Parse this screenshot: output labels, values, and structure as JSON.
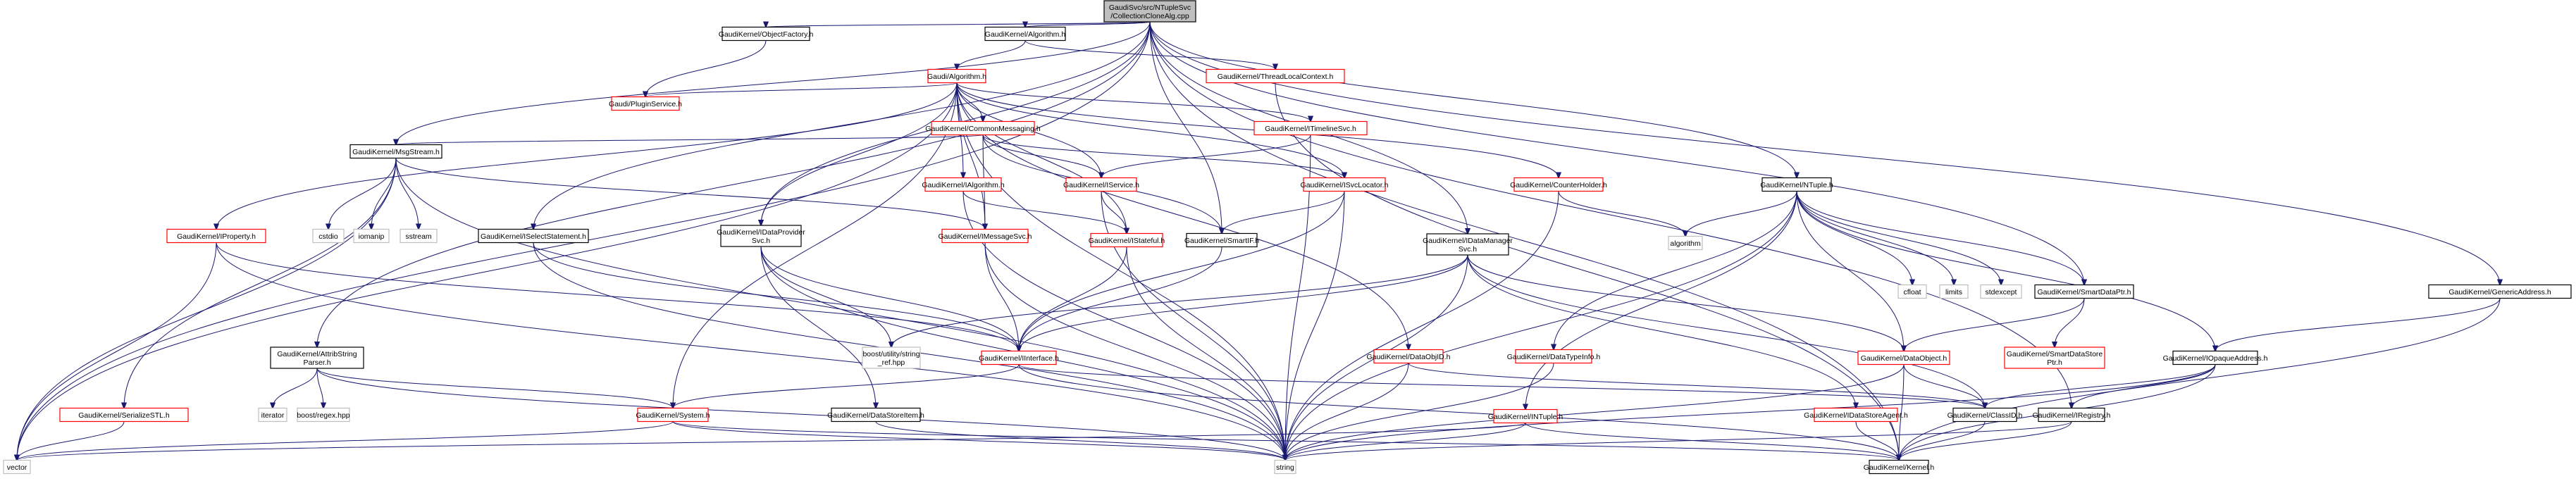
{
  "diagram": {
    "title": "Include dependency graph for CollectionCloneAlg.cpp",
    "colors": {
      "root_fill": "#bfbfbf",
      "root_border": "#000000",
      "documented_border": "#000000",
      "undocumented_border": "#ff0000",
      "system_border": "#bfbfbf",
      "edge": "#191970"
    },
    "nodes": [
      {
        "id": "root",
        "label": [
          "GaudiSvc/src/NTupleSvc",
          "/CollectionCloneAlg.cpp"
        ],
        "kind": "root"
      },
      {
        "id": "objfactory",
        "label": [
          "GaudiKernel/ObjectFactory.h"
        ],
        "kind": "documented"
      },
      {
        "id": "gk_algorithm",
        "label": [
          "GaudiKernel/Algorithm.h"
        ],
        "kind": "documented"
      },
      {
        "id": "gaudi_algorithm",
        "label": [
          "Gaudi/Algorithm.h"
        ],
        "kind": "undocumented"
      },
      {
        "id": "threadlocal",
        "label": [
          "GaudiKernel/ThreadLocalContext.h"
        ],
        "kind": "undocumented"
      },
      {
        "id": "pluginservice",
        "label": [
          "Gaudi/PluginService.h"
        ],
        "kind": "undocumented"
      },
      {
        "id": "commonmessaging",
        "label": [
          "GaudiKernel/CommonMessaging.h"
        ],
        "kind": "undocumented"
      },
      {
        "id": "itimelinesvc",
        "label": [
          "GaudiKernel/ITimelineSvc.h"
        ],
        "kind": "undocumented"
      },
      {
        "id": "msgstream",
        "label": [
          "GaudiKernel/MsgStream.h"
        ],
        "kind": "documented"
      },
      {
        "id": "ialgorithm",
        "label": [
          "GaudiKernel/IAlgorithm.h"
        ],
        "kind": "undocumented"
      },
      {
        "id": "iservice",
        "label": [
          "GaudiKernel/IService.h"
        ],
        "kind": "undocumented"
      },
      {
        "id": "isvclocator",
        "label": [
          "GaudiKernel/ISvcLocator.h"
        ],
        "kind": "undocumented"
      },
      {
        "id": "counterholder",
        "label": [
          "GaudiKernel/CounterHolder.h"
        ],
        "kind": "undocumented"
      },
      {
        "id": "ntuple",
        "label": [
          "GaudiKernel/NTuple.h"
        ],
        "kind": "documented"
      },
      {
        "id": "iproperty",
        "label": [
          "GaudiKernel/IProperty.h"
        ],
        "kind": "undocumented"
      },
      {
        "id": "cstdio",
        "label": [
          "cstdio"
        ],
        "kind": "system"
      },
      {
        "id": "iomanip",
        "label": [
          "iomanip"
        ],
        "kind": "system"
      },
      {
        "id": "sstream",
        "label": [
          "sstream"
        ],
        "kind": "system"
      },
      {
        "id": "iselectstatement",
        "label": [
          "GaudiKernel/ISelectStatement.h"
        ],
        "kind": "documented"
      },
      {
        "id": "idataprovidersvc",
        "label": [
          "GaudiKernel/IDataProvider",
          "Svc.h"
        ],
        "kind": "documented"
      },
      {
        "id": "imessagesvc",
        "label": [
          "GaudiKernel/IMessageSvc.h"
        ],
        "kind": "undocumented"
      },
      {
        "id": "istateful",
        "label": [
          "GaudiKernel/IStateful.h"
        ],
        "kind": "undocumented"
      },
      {
        "id": "smartif",
        "label": [
          "GaudiKernel/SmartIF.h"
        ],
        "kind": "documented"
      },
      {
        "id": "idatamanagersvc",
        "label": [
          "GaudiKernel/IDataManager",
          "Svc.h"
        ],
        "kind": "documented"
      },
      {
        "id": "algorithm_std",
        "label": [
          "algorithm"
        ],
        "kind": "system"
      },
      {
        "id": "cfloat",
        "label": [
          "cfloat"
        ],
        "kind": "system"
      },
      {
        "id": "limits",
        "label": [
          "limits"
        ],
        "kind": "system"
      },
      {
        "id": "stdexcept",
        "label": [
          "stdexcept"
        ],
        "kind": "system"
      },
      {
        "id": "smartdataptr",
        "label": [
          "GaudiKernel/SmartDataPtr.h"
        ],
        "kind": "documented"
      },
      {
        "id": "genericaddress",
        "label": [
          "GaudiKernel/GenericAddress.h"
        ],
        "kind": "documented"
      },
      {
        "id": "attribstringparser",
        "label": [
          "GaudiKernel/AttribString",
          "Parser.h"
        ],
        "kind": "documented"
      },
      {
        "id": "stringref",
        "label": [
          "boost/utility/string",
          "_ref.hpp"
        ],
        "kind": "system"
      },
      {
        "id": "iinterface",
        "label": [
          "GaudiKernel/IInterface.h"
        ],
        "kind": "undocumented"
      },
      {
        "id": "dataobject",
        "label": [
          "GaudiKernel/DataObject.h"
        ],
        "kind": "undocumented"
      },
      {
        "id": "smartdatastoreptr",
        "label": [
          "GaudiKernel/SmartDataStore",
          "Ptr.h"
        ],
        "kind": "undocumented"
      },
      {
        "id": "iopaqueaddress",
        "label": [
          "GaudiKernel/IOpaqueAddress.h"
        ],
        "kind": "documented"
      },
      {
        "id": "dataobjid",
        "label": [
          "GaudiKernel/DataObjID.h"
        ],
        "kind": "undocumented"
      },
      {
        "id": "datatypeinfo",
        "label": [
          "GaudiKernel/DataTypeInfo.h"
        ],
        "kind": "undocumented"
      },
      {
        "id": "iterator",
        "label": [
          "iterator"
        ],
        "kind": "system"
      },
      {
        "id": "regex",
        "label": [
          "boost/regex.hpp"
        ],
        "kind": "system"
      },
      {
        "id": "serializestl",
        "label": [
          "GaudiKernel/SerializeSTL.h"
        ],
        "kind": "undocumented"
      },
      {
        "id": "system",
        "label": [
          "GaudiKernel/System.h"
        ],
        "kind": "undocumented"
      },
      {
        "id": "datastoreitem",
        "label": [
          "GaudiKernel/DataStoreItem.h"
        ],
        "kind": "documented"
      },
      {
        "id": "intuple",
        "label": [
          "GaudiKernel/INTuple.h"
        ],
        "kind": "undocumented"
      },
      {
        "id": "idatastoreagent",
        "label": [
          "GaudiKernel/IDataStoreAgent.h"
        ],
        "kind": "undocumented"
      },
      {
        "id": "classid",
        "label": [
          "GaudiKernel/ClassID.h"
        ],
        "kind": "documented"
      },
      {
        "id": "iregistry",
        "label": [
          "GaudiKernel/IRegistry.h"
        ],
        "kind": "documented"
      },
      {
        "id": "vector",
        "label": [
          "vector"
        ],
        "kind": "system"
      },
      {
        "id": "string",
        "label": [
          "string"
        ],
        "kind": "system"
      },
      {
        "id": "kernel",
        "label": [
          "GaudiKernel/Kernel.h"
        ],
        "kind": "documented"
      }
    ],
    "edges": [
      [
        "root",
        "objfactory"
      ],
      [
        "root",
        "gk_algorithm"
      ],
      [
        "root",
        "msgstream"
      ],
      [
        "root",
        "ntuple"
      ],
      [
        "root",
        "iselectstatement"
      ],
      [
        "root",
        "idataprovidersvc"
      ],
      [
        "root",
        "idatamanagersvc"
      ],
      [
        "root",
        "smartdataptr"
      ],
      [
        "root",
        "genericaddress"
      ],
      [
        "root",
        "attribstringparser"
      ],
      [
        "root",
        "smartif"
      ],
      [
        "root",
        "vector"
      ],
      [
        "root",
        "kernel"
      ],
      [
        "root",
        "iregistry"
      ],
      [
        "objfactory",
        "pluginservice"
      ],
      [
        "gk_algorithm",
        "gaudi_algorithm"
      ],
      [
        "gk_algorithm",
        "threadlocal"
      ],
      [
        "threadlocal",
        "kernel"
      ],
      [
        "gaudi_algorithm",
        "pluginservice"
      ],
      [
        "gaudi_algorithm",
        "commonmessaging"
      ],
      [
        "gaudi_algorithm",
        "itimelinesvc"
      ],
      [
        "gaudi_algorithm",
        "ialgorithm"
      ],
      [
        "gaudi_algorithm",
        "iservice"
      ],
      [
        "gaudi_algorithm",
        "isvclocator"
      ],
      [
        "gaudi_algorithm",
        "counterholder"
      ],
      [
        "gaudi_algorithm",
        "iproperty"
      ],
      [
        "gaudi_algorithm",
        "idataprovidersvc"
      ],
      [
        "gaudi_algorithm",
        "imessagesvc"
      ],
      [
        "gaudi_algorithm",
        "istateful"
      ],
      [
        "gaudi_algorithm",
        "system"
      ],
      [
        "gaudi_algorithm",
        "string"
      ],
      [
        "gaudi_algorithm",
        "vector"
      ],
      [
        "gaudi_algorithm",
        "dataobjid"
      ],
      [
        "commonmessaging",
        "msgstream"
      ],
      [
        "commonmessaging",
        "iservice"
      ],
      [
        "commonmessaging",
        "isvclocator"
      ],
      [
        "commonmessaging",
        "imessagesvc"
      ],
      [
        "commonmessaging",
        "smartif"
      ],
      [
        "itimelinesvc",
        "iservice"
      ],
      [
        "itimelinesvc",
        "string"
      ],
      [
        "msgstream",
        "cstdio"
      ],
      [
        "msgstream",
        "iomanip"
      ],
      [
        "msgstream",
        "sstream"
      ],
      [
        "msgstream",
        "imessagesvc"
      ],
      [
        "msgstream",
        "serializestl"
      ],
      [
        "msgstream",
        "string"
      ],
      [
        "msgstream",
        "vector"
      ],
      [
        "ialgorithm",
        "istateful"
      ],
      [
        "ialgorithm",
        "string"
      ],
      [
        "iservice",
        "istateful"
      ],
      [
        "iservice",
        "string"
      ],
      [
        "isvclocator",
        "smartif"
      ],
      [
        "isvclocator",
        "iinterface"
      ],
      [
        "isvclocator",
        "string"
      ],
      [
        "counterholder",
        "algorithm_std"
      ],
      [
        "counterholder",
        "string"
      ],
      [
        "iproperty",
        "iinterface"
      ],
      [
        "iproperty",
        "string"
      ],
      [
        "iproperty",
        "vector"
      ],
      [
        "iselectstatement",
        "iinterface"
      ],
      [
        "iselectstatement",
        "string"
      ],
      [
        "idataprovidersvc",
        "iinterface"
      ],
      [
        "idataprovidersvc",
        "datastoreitem"
      ],
      [
        "idataprovidersvc",
        "stringref"
      ],
      [
        "idataprovidersvc",
        "string"
      ],
      [
        "imessagesvc",
        "iinterface"
      ],
      [
        "imessagesvc",
        "string"
      ],
      [
        "istateful",
        "iinterface"
      ],
      [
        "istateful",
        "string"
      ],
      [
        "smartif",
        "iinterface"
      ],
      [
        "idatamanagersvc",
        "iinterface"
      ],
      [
        "idatamanagersvc",
        "dataobject"
      ],
      [
        "idatamanagersvc",
        "stringref"
      ],
      [
        "idatamanagersvc",
        "string"
      ],
      [
        "idatamanagersvc",
        "classid"
      ],
      [
        "idatamanagersvc",
        "idatastoreagent"
      ],
      [
        "ntuple",
        "algorithm_std"
      ],
      [
        "ntuple",
        "cfloat"
      ],
      [
        "ntuple",
        "limits"
      ],
      [
        "ntuple",
        "stdexcept"
      ],
      [
        "ntuple",
        "smartdataptr"
      ],
      [
        "ntuple",
        "dataobject"
      ],
      [
        "ntuple",
        "datatypeinfo"
      ],
      [
        "ntuple",
        "intuple"
      ],
      [
        "ntuple",
        "iopaqueaddress"
      ],
      [
        "ntuple",
        "string"
      ],
      [
        "smartdataptr",
        "dataobject"
      ],
      [
        "smartdataptr",
        "smartdatastoreptr"
      ],
      [
        "genericaddress",
        "iopaqueaddress"
      ],
      [
        "genericaddress",
        "kernel"
      ],
      [
        "attribstringparser",
        "iterator"
      ],
      [
        "attribstringparser",
        "regex"
      ],
      [
        "attribstringparser",
        "system"
      ],
      [
        "attribstringparser",
        "string"
      ],
      [
        "iinterface",
        "system"
      ],
      [
        "iinterface",
        "kernel"
      ],
      [
        "iinterface",
        "classid"
      ],
      [
        "dataobject",
        "classid"
      ],
      [
        "dataobject",
        "string"
      ],
      [
        "dataobject",
        "kernel"
      ],
      [
        "iopaqueaddress",
        "classid"
      ],
      [
        "iopaqueaddress",
        "iregistry"
      ],
      [
        "iopaqueaddress",
        "kernel"
      ],
      [
        "iopaqueaddress",
        "string"
      ],
      [
        "dataobjid",
        "classid"
      ],
      [
        "dataobjid",
        "string"
      ],
      [
        "datatypeinfo",
        "string"
      ],
      [
        "serializestl",
        "vector"
      ],
      [
        "system",
        "vector"
      ],
      [
        "system",
        "string"
      ],
      [
        "system",
        "kernel"
      ],
      [
        "datastoreitem",
        "string"
      ],
      [
        "intuple",
        "vector"
      ],
      [
        "intuple",
        "string"
      ],
      [
        "intuple",
        "kernel"
      ],
      [
        "idatastoreagent",
        "kernel"
      ],
      [
        "classid",
        "kernel"
      ],
      [
        "iregistry",
        "string"
      ],
      [
        "iregistry",
        "kernel"
      ]
    ]
  }
}
